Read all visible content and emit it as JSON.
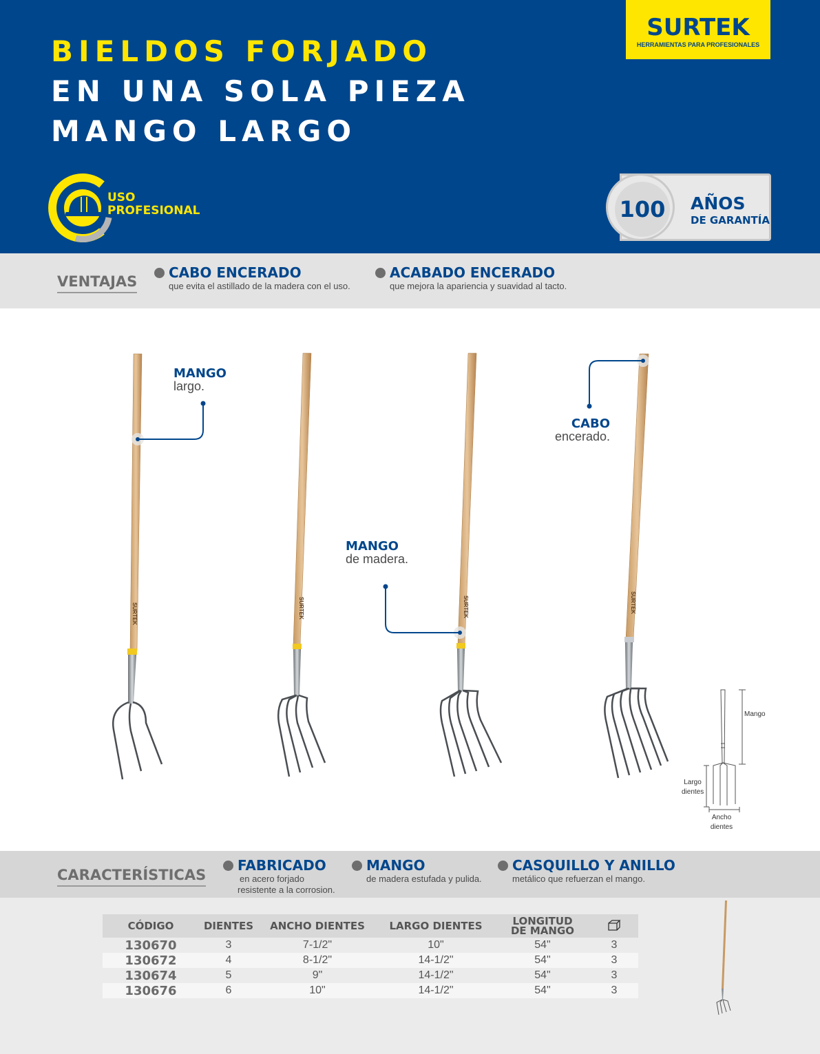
{
  "header": {
    "title_line1": "BIELDOS FORJADO",
    "title_line2": "EN UNA SOLA PIEZA",
    "title_line3": "MANGO LARGO",
    "brand": "SURTEK",
    "brand_tagline": "HERRAMIENTAS PARA PROFESIONALES",
    "badge_uso_line1": "USO",
    "badge_uso_line2": "PROFESIONAL",
    "badge_garantia_number": "100",
    "badge_garantia_line1": "AÑOS",
    "badge_garantia_line2": "DE GARANTÍA",
    "colors": {
      "blue": "#00468c",
      "yellow": "#ffe600"
    }
  },
  "ventajas": {
    "label": "VENTAJAS",
    "items": [
      {
        "title": "CABO ENCERADO",
        "desc": "que evita el astillado de la madera con el uso."
      },
      {
        "title": "ACABADO ENCERADO",
        "desc": "que mejora la apariencia y suavidad al tacto."
      }
    ]
  },
  "callouts": [
    {
      "title": "MANGO",
      "desc": "largo."
    },
    {
      "title": "MANGO",
      "desc": "de madera."
    },
    {
      "title": "CABO",
      "desc": "encerado."
    }
  ],
  "product_brand_mark": "SURTEK",
  "diagram": {
    "mango": "Mango",
    "largo_dientes_1": "Largo",
    "largo_dientes_2": "dientes",
    "ancho_dientes_1": "Ancho",
    "ancho_dientes_2": "dientes"
  },
  "caracteristicas": {
    "label": "CARACTERÍSTICAS",
    "items": [
      {
        "title": "FABRICADO",
        "desc1": "en acero forjado",
        "desc2": "resistente a la corrosion."
      },
      {
        "title": "MANGO",
        "desc1": "de madera estufada y pulida.",
        "desc2": ""
      },
      {
        "title": "CASQUILLO Y ANILLO",
        "desc1": "metálico que refuerzan el mango.",
        "desc2": ""
      }
    ]
  },
  "table": {
    "headers": [
      "CÓDIGO",
      "DIENTES",
      "ANCHO DIENTES",
      "LARGO DIENTES",
      "LONGITUD",
      "DE MANGO"
    ],
    "box_icon": "box-icon",
    "rows": [
      [
        "130670",
        "3",
        "7-1/2\"",
        "10\"",
        "54\"",
        "3"
      ],
      [
        "130672",
        "4",
        "8-1/2\"",
        "14-1/2\"",
        "54\"",
        "3"
      ],
      [
        "130674",
        "5",
        "9\"",
        "14-1/2\"",
        "54\"",
        "3"
      ],
      [
        "130676",
        "6",
        "10\"",
        "14-1/2\"",
        "54\"",
        "3"
      ]
    ]
  }
}
